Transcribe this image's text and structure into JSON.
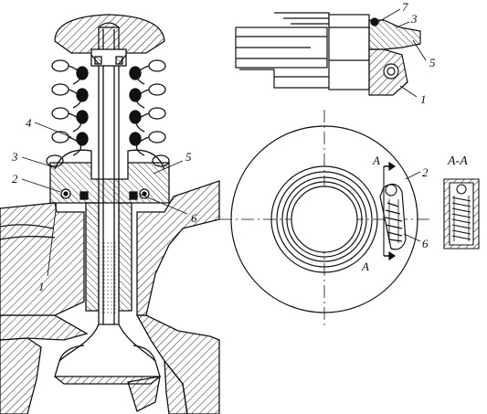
{
  "labels": {
    "left": {
      "n1": "1",
      "n2": "2",
      "n3": "3",
      "n4": "4",
      "n5": "5",
      "n6": "6"
    },
    "top_right": {
      "n7": "7",
      "n3": "3",
      "n5": "5",
      "n1": "1"
    },
    "plan": {
      "n2": "2",
      "n6": "6",
      "a_top": "A",
      "a_bottom": "A"
    },
    "section_title": "А-А"
  }
}
